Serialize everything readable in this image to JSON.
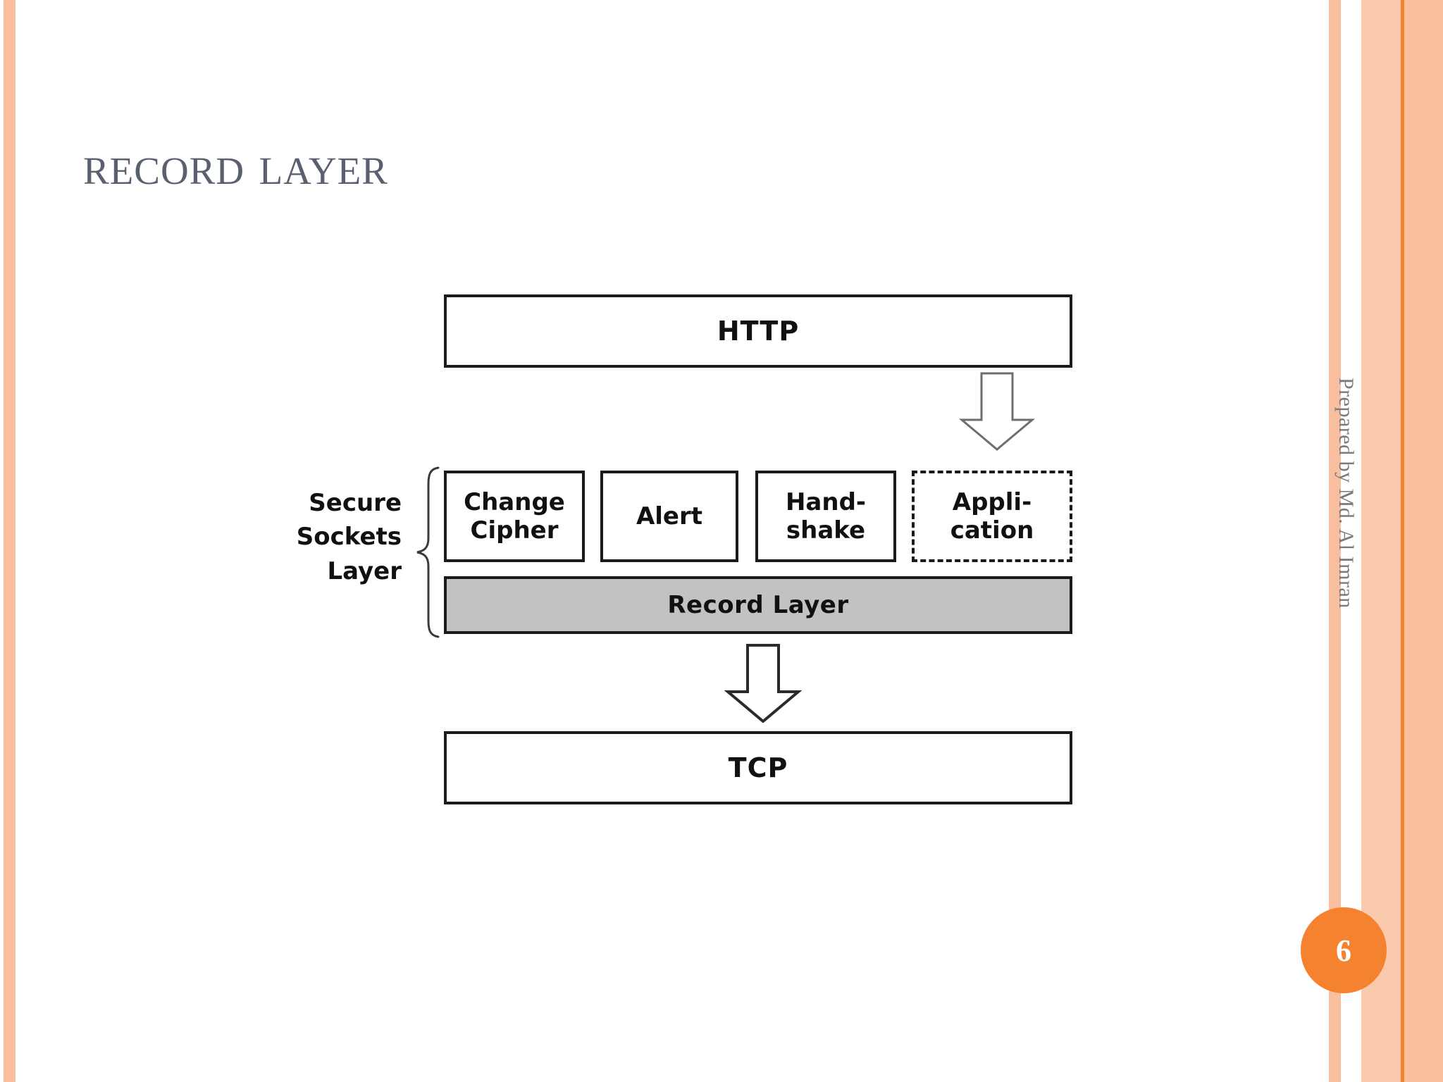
{
  "slide": {
    "title": "Record Layer",
    "page_number": "6",
    "author_credit": "Prepared by Md. Al Imran",
    "accent_color": "#F5822E",
    "stripe_color": "#F9BE9D",
    "title_color": "#5A6070"
  },
  "diagram": {
    "top_layer": {
      "label": "HTTP"
    },
    "bottom_layer": {
      "label": "TCP"
    },
    "group_label": {
      "line1": "Secure",
      "line2": "Sockets",
      "line3": "Layer"
    },
    "protocol_boxes": [
      {
        "name": "change-cipher",
        "line1": "Change",
        "line2": "Cipher",
        "border": "solid"
      },
      {
        "name": "alert",
        "line1": "Alert",
        "line2": "",
        "border": "solid"
      },
      {
        "name": "handshake",
        "line1": "Hand-",
        "line2": "shake",
        "border": "solid"
      },
      {
        "name": "application",
        "line1": "Appli-",
        "line2": "cation",
        "border": "dashed"
      }
    ],
    "record_layer_bar": {
      "label": "Record Layer",
      "fill_color": "#C2C2C2"
    },
    "arrows": [
      {
        "name": "http-to-application",
        "direction": "down"
      },
      {
        "name": "record-layer-to-tcp",
        "direction": "down"
      }
    ]
  }
}
